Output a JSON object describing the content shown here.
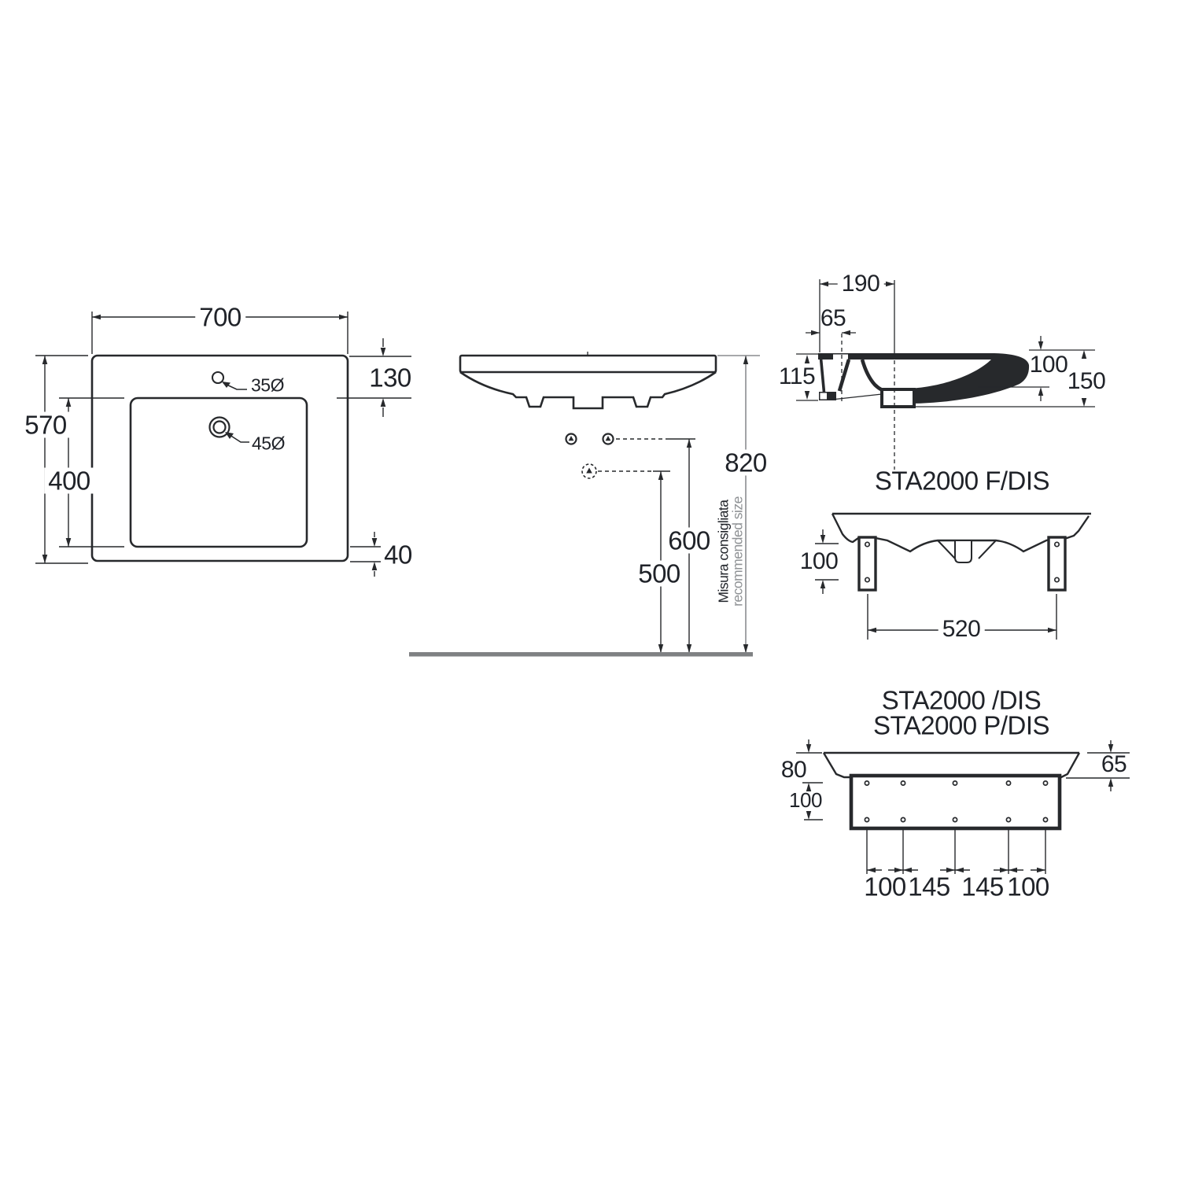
{
  "plan_view": {
    "overall_width": "700",
    "overall_depth": "570",
    "bowl_depth": "400",
    "tap_hole_offset": "130",
    "bowl_front_offset": "40",
    "tap_hole_diameter": "35Ø",
    "drain_diameter": "45Ø"
  },
  "front_view": {
    "rim_height": "820",
    "fixing_height": "600",
    "drain_height": "500",
    "note_italian": "Misura consigliata",
    "note_english": "recommended size"
  },
  "section_view": {
    "rim_depth": "190",
    "tap_hole_to_wall": "65",
    "back_height": "115",
    "inner_depth": "100",
    "overall_height": "150"
  },
  "bracket_view": {
    "title": "STA2000 F/DIS",
    "bracket_height": "100",
    "bracket_spacing": "520"
  },
  "plate_view": {
    "title_line_1": "STA2000 /DIS",
    "title_line_2": "STA2000 P/DIS",
    "rim_height": "80",
    "plate_height": "100",
    "edge_height": "65",
    "hole_spacings": [
      "100",
      "145",
      "145",
      "100"
    ]
  },
  "colors": {
    "line": "#27292c",
    "text": "#202329",
    "gray": "#8f9295",
    "floor": "#7f8183"
  }
}
